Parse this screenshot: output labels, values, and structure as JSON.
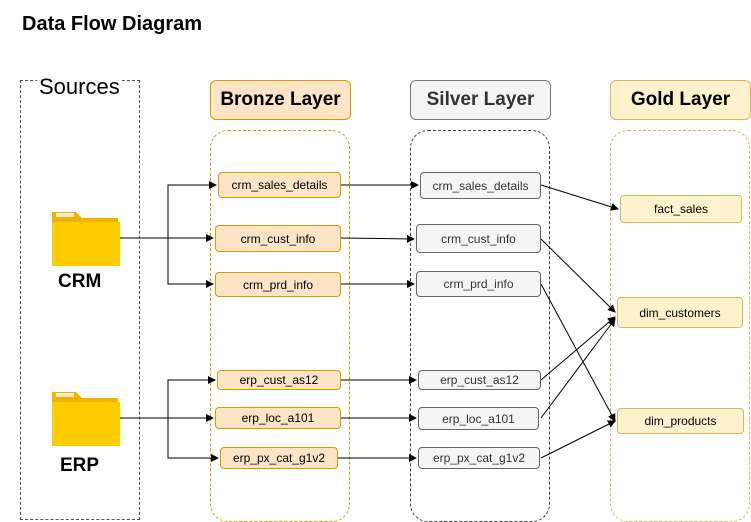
{
  "title": "Data Flow Diagram",
  "sources": {
    "label": "Sources",
    "items": [
      {
        "label": "CRM",
        "icon": "folder-icon"
      },
      {
        "label": "ERP",
        "icon": "folder-icon"
      }
    ]
  },
  "layers": {
    "bronze": {
      "label": "Bronze Layer",
      "nodes": [
        "crm_sales_details",
        "crm_cust_info",
        "crm_prd_info",
        "erp_cust_as12",
        "erp_loc_a101",
        "erp_px_cat_g1v2"
      ]
    },
    "silver": {
      "label": "Silver Layer",
      "nodes": [
        "crm_sales_details",
        "crm_cust_info",
        "crm_prd_info",
        "erp_cust_as12",
        "erp_loc_a101",
        "erp_px_cat_g1v2"
      ]
    },
    "gold": {
      "label": "Gold Layer",
      "nodes": [
        "fact_sales",
        "dim_customers",
        "dim_products"
      ]
    }
  },
  "colors": {
    "bronze_fill": "#fde4c4",
    "bronze_stroke": "#d79b00",
    "silver_fill": "#f5f5f5",
    "silver_stroke": "#666666",
    "gold_fill": "#fff2cc",
    "gold_stroke": "#d6b656",
    "folder": "#ffcc00"
  }
}
